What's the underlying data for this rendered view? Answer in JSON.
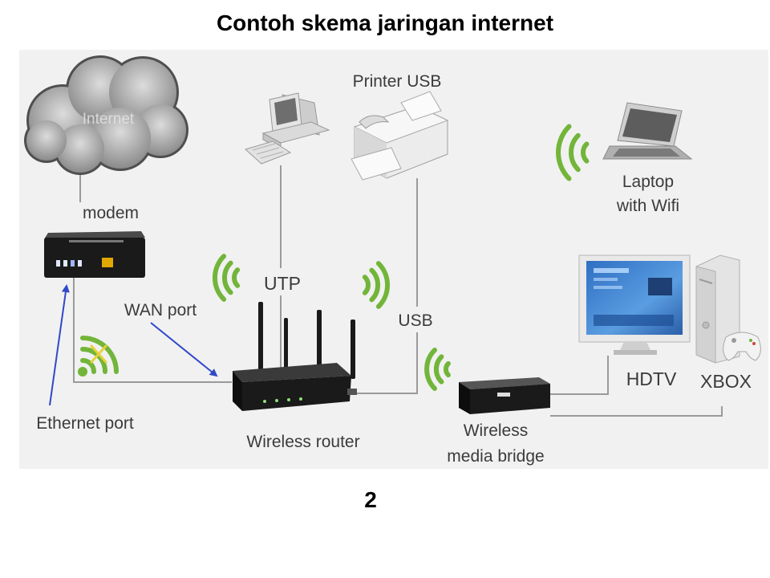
{
  "title": "Contoh skema jaringan internet",
  "page_number": "2",
  "diagram": {
    "labels": {
      "internet": "Internet",
      "modem": "modem",
      "wan_port": "WAN port",
      "ethernet_port": "Ethernet port",
      "utp": "UTP",
      "printer_usb": "Printer USB",
      "usb": "USB",
      "laptop_line1": "Laptop",
      "laptop_line2": "with Wifi",
      "hdtv": "HDTV",
      "xbox": "XBOX",
      "router": "Wireless router",
      "bridge_line1": "Wireless",
      "bridge_line2": "media bridge"
    },
    "icons": [
      "cloud-icon",
      "modem-icon",
      "router-icon",
      "desktop-computer-icon",
      "printer-icon",
      "laptop-icon",
      "hdtv-icon",
      "xbox-icon",
      "media-bridge-icon",
      "wifi-icon"
    ],
    "colors": {
      "wifi": "#72b53a",
      "arrow": "#3048c8",
      "cable": "#9a9a9a",
      "device": "#1a1a1a",
      "label": "#3b3b3b",
      "background": "#f1f1f1"
    }
  }
}
